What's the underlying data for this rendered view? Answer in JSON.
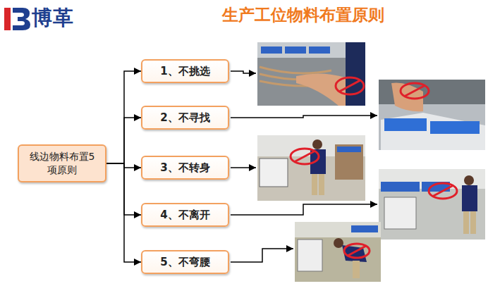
{
  "diagram": {
    "title": "生产工位物料布置原则",
    "nodes": [
      {
        "text": [
          "线边物料布置5项原则"
        ]
      },
      {
        "text": [
          "1、不挑选"
        ]
      },
      {
        "text": [
          "2、不寻找"
        ]
      },
      {
        "text": [
          "3、不转身"
        ]
      },
      {
        "text": [
          "4、不离开"
        ]
      },
      {
        "text": [
          "5、不弯腰"
        ]
      }
    ],
    "edges": [
      {
        "from": 0,
        "to": 1,
        "arrow": "to"
      },
      {
        "from": 0,
        "to": 2,
        "arrow": "to"
      },
      {
        "from": 0,
        "to": 3,
        "arrow": "to"
      },
      {
        "from": 0,
        "to": 4,
        "arrow": "to"
      },
      {
        "from": 0,
        "to": 5,
        "arrow": "to"
      }
    ],
    "labels": [
      "博革"
    ]
  }
}
